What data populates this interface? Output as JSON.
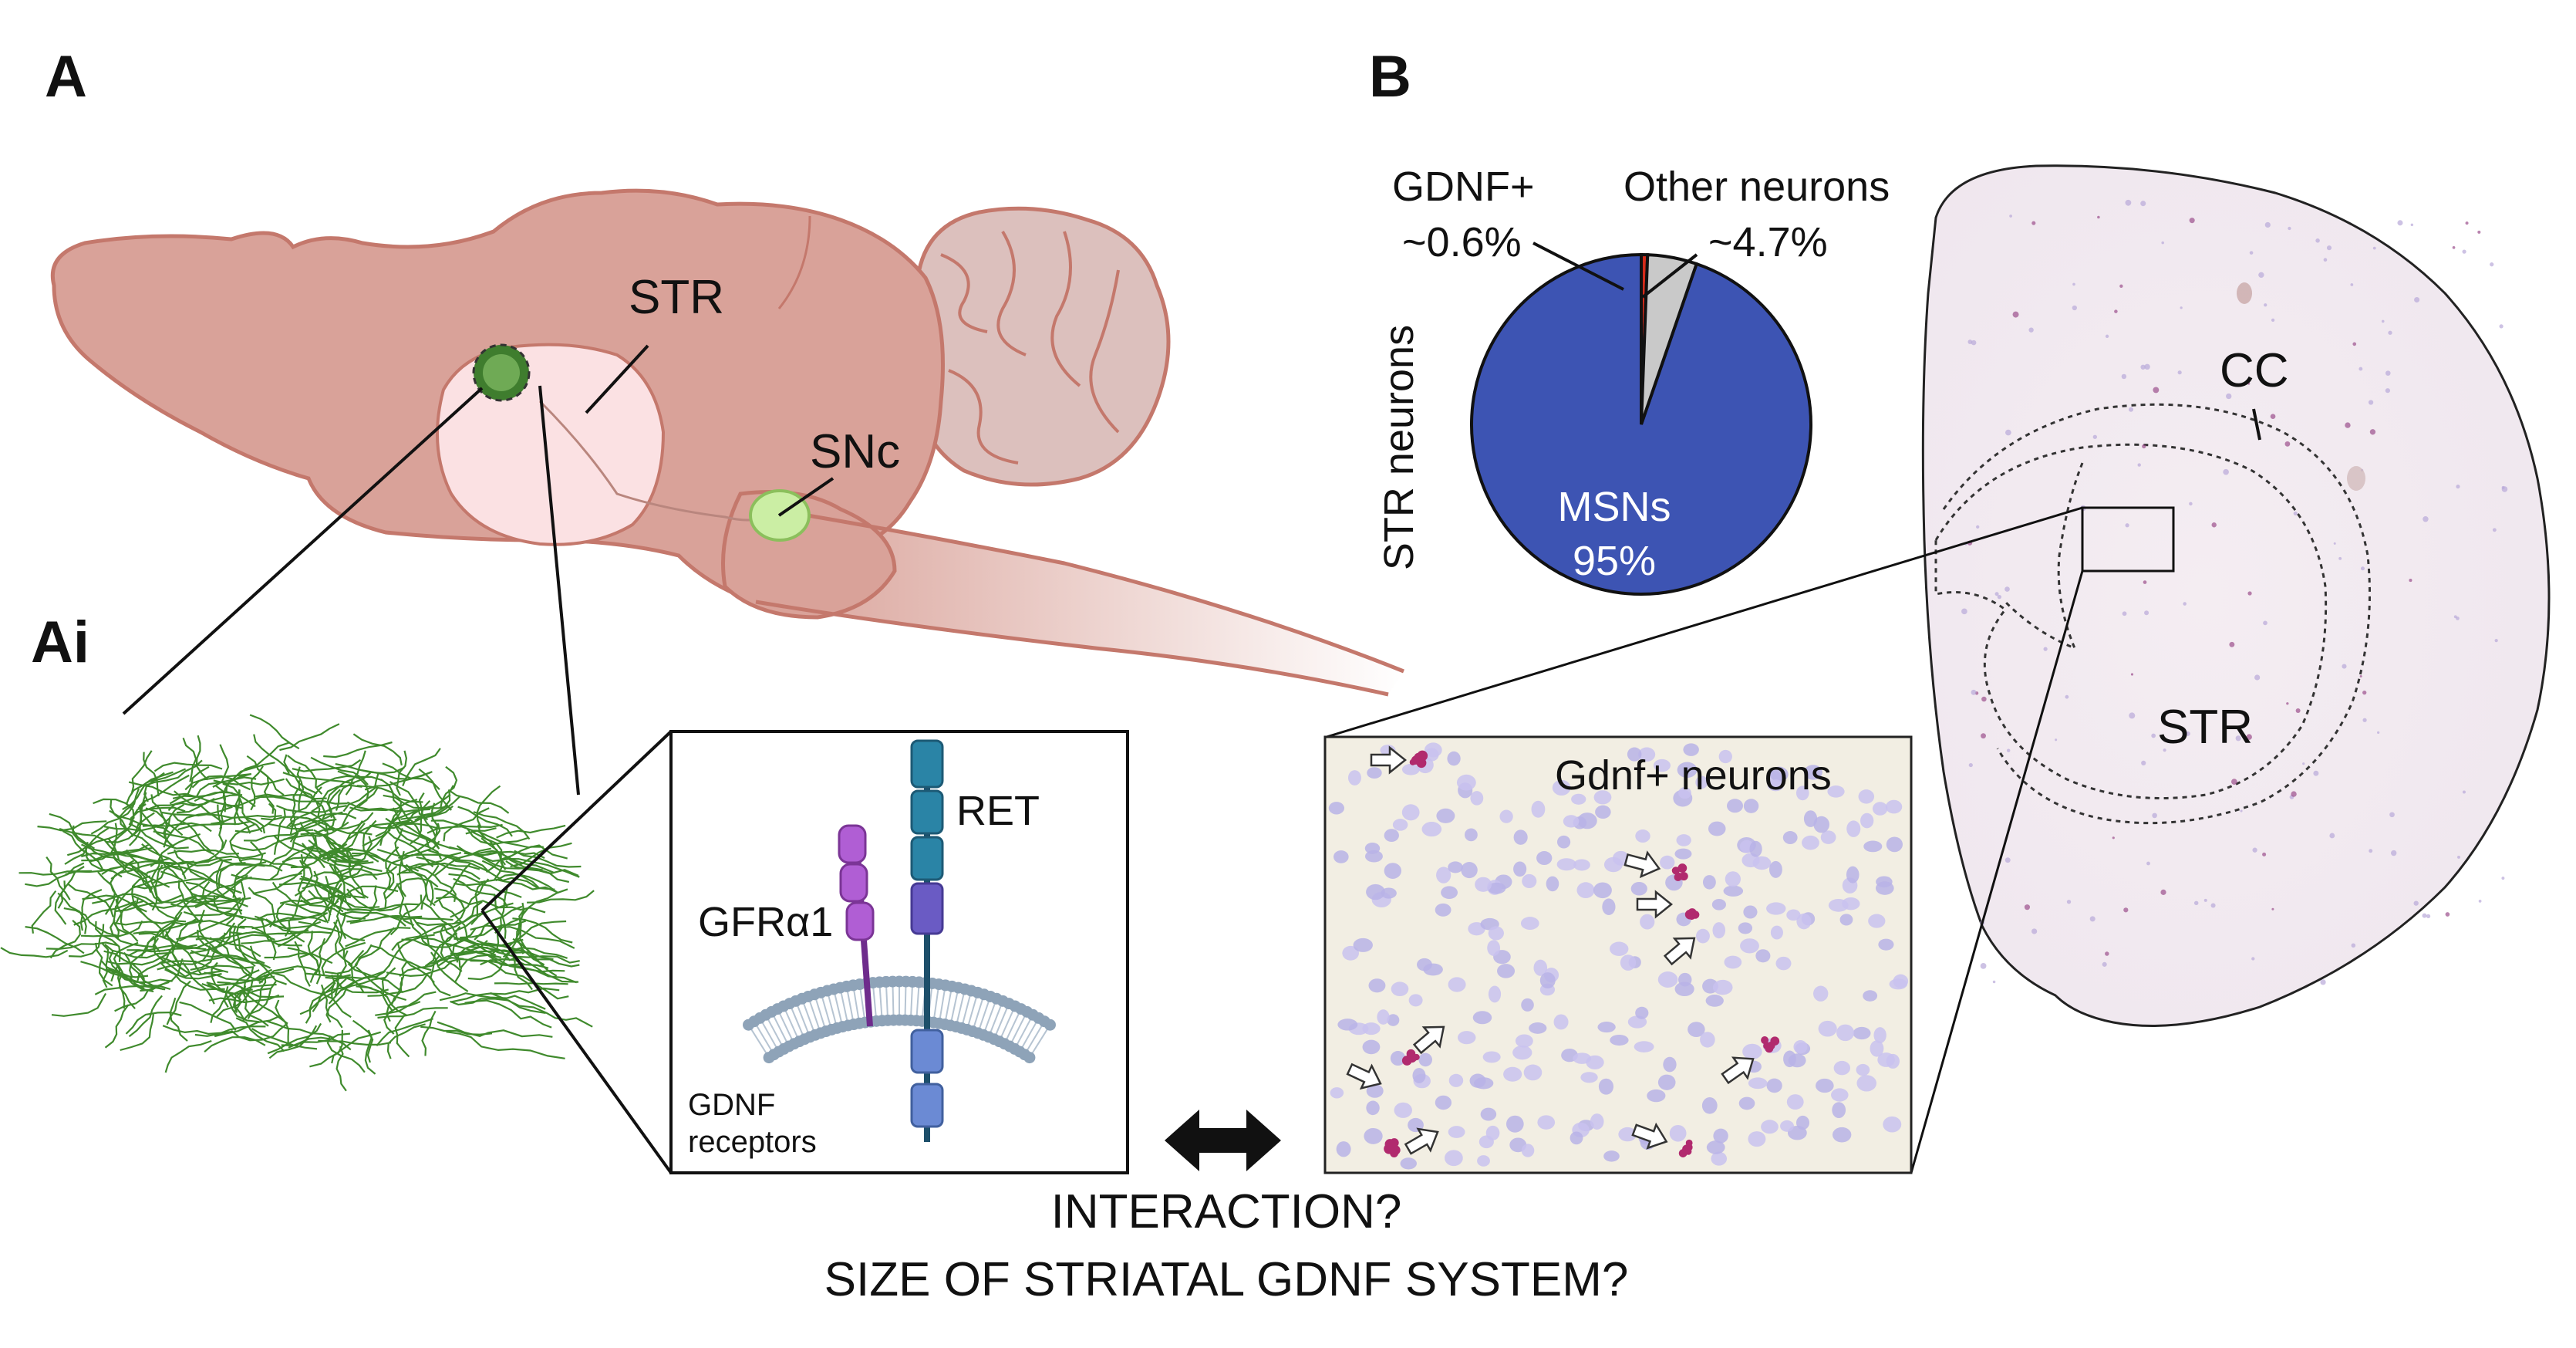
{
  "panels": {
    "a": "A",
    "ai": "Ai",
    "b": "B"
  },
  "brain": {
    "str_label": "STR",
    "snc_label": "SNc",
    "colors": {
      "brain": "#d9a299",
      "brain_outline": "#c4786c",
      "striatum": "#fbe1e3",
      "snc": "#cbeea4",
      "cerebellum": "#dcc0bd"
    }
  },
  "receptors": {
    "ret_label": "RET",
    "gfr_label": "GFRα1",
    "caption_line1": "GDNF",
    "caption_line2": "receptors",
    "colors": {
      "ret": "#2f86a8",
      "gfr": "#a24fc6",
      "membrane": "#93a8bd"
    }
  },
  "pie": {
    "ylabel": "STR neurons",
    "gdnf_label_line1": "GDNF+",
    "gdnf_label_line2": "~0.6%",
    "other_label_line1": "Other neurons",
    "other_label_line2": "~4.7%",
    "msn_label_line1": "MSNs",
    "msn_label_line2": "95%"
  },
  "chart_data": {
    "type": "pie",
    "title": "",
    "ylabel": "STR neurons",
    "slices": [
      {
        "name": "MSNs",
        "value": 95,
        "color": "#3d54b3"
      },
      {
        "name": "GDNF+",
        "value": 0.6,
        "color": "#d42b1a"
      },
      {
        "name": "Other neurons",
        "value": 4.7,
        "color": "#c9c9c9"
      }
    ]
  },
  "section": {
    "cc_label": "CC",
    "str_label": "STR"
  },
  "micrograph": {
    "label": "Gdnf+ neurons"
  },
  "bottom": {
    "line1": "INTERACTION?",
    "line2": "SIZE OF STRIATAL GDNF SYSTEM?"
  }
}
